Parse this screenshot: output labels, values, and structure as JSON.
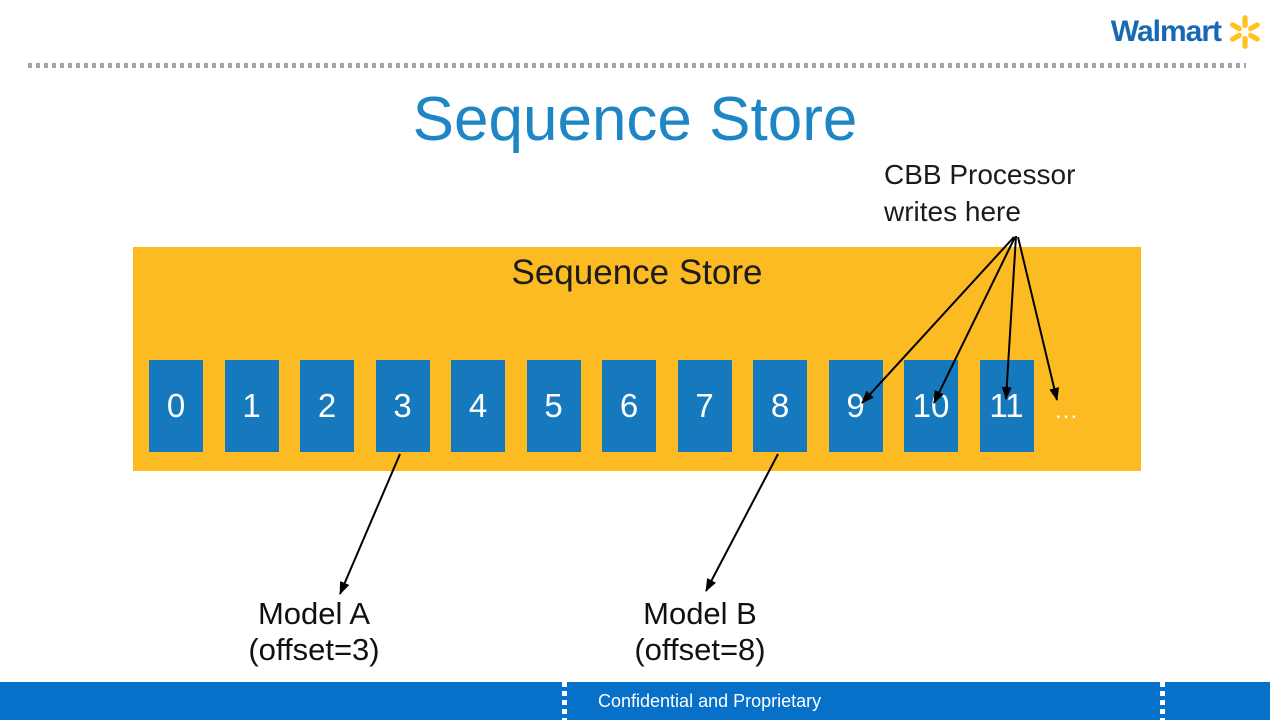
{
  "logo": {
    "brand": "Walmart"
  },
  "title": "Sequence Store",
  "annotation": {
    "line1": "CBB Processor",
    "line2": "writes here"
  },
  "store": {
    "label": "Sequence Store",
    "cells": [
      "0",
      "1",
      "2",
      "3",
      "4",
      "5",
      "6",
      "7",
      "8",
      "9",
      "10",
      "11"
    ],
    "ellipsis": "..."
  },
  "models": {
    "a": {
      "name": "Model A",
      "offset": "(offset=3)"
    },
    "b": {
      "name": "Model B",
      "offset": "(offset=8)"
    }
  },
  "footer": {
    "text": "Confidential and Proprietary"
  },
  "colors": {
    "title_blue": "#1E86C5",
    "box_yellow": "#FCBB22",
    "cell_blue": "#1679BE",
    "footer_blue": "#0770C8",
    "walmart_blue": "#1769B3",
    "spark_yellow": "#FFC220",
    "arrow_black": "#000000"
  }
}
